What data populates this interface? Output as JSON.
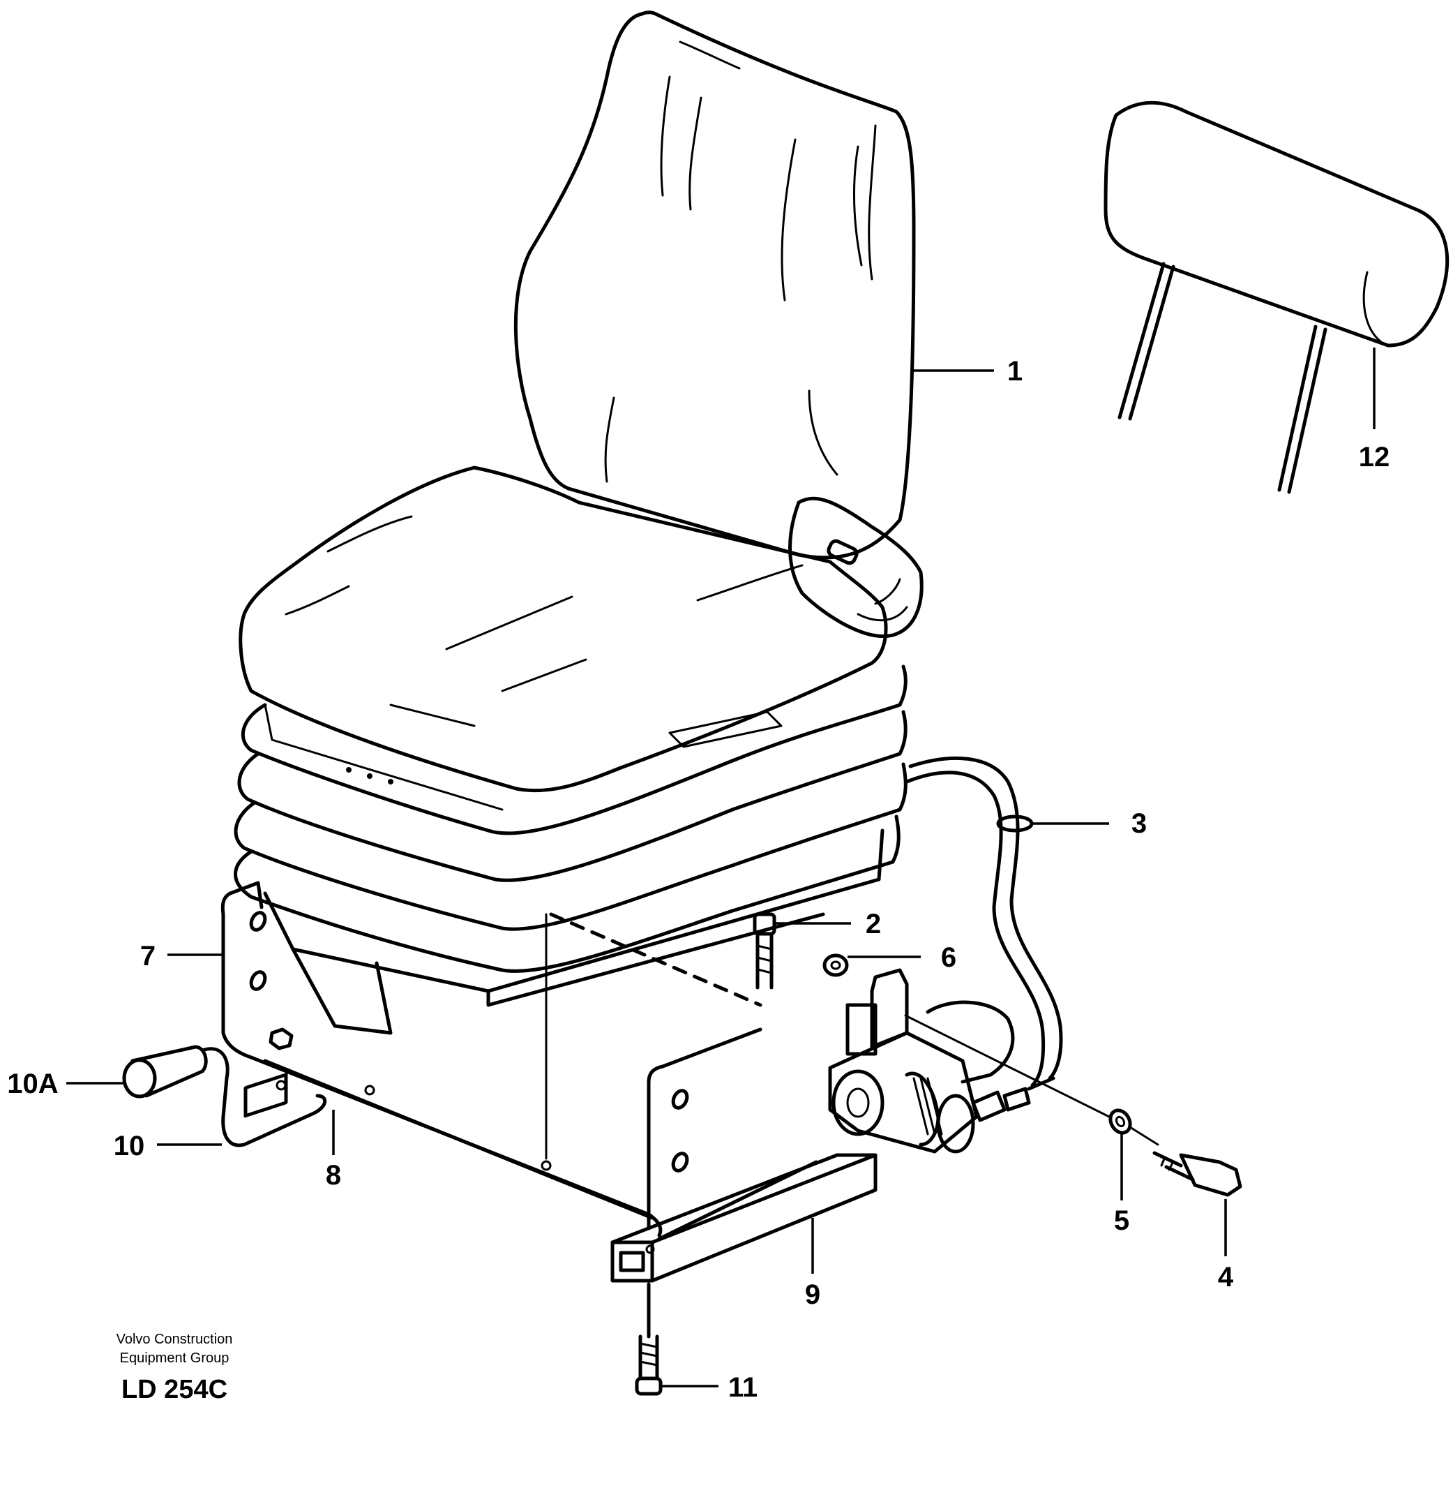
{
  "callouts": {
    "c1": "1",
    "c2": "2",
    "c3": "3",
    "c4": "4",
    "c5": "5",
    "c6": "6",
    "c7": "7",
    "c8": "8",
    "c9": "9",
    "c10": "10",
    "c10a": "10A",
    "c11": "11",
    "c12": "12"
  },
  "footer": {
    "company_line1": "Volvo Construction",
    "company_line2": "Equipment Group",
    "drawing_code": "LD 254C"
  }
}
